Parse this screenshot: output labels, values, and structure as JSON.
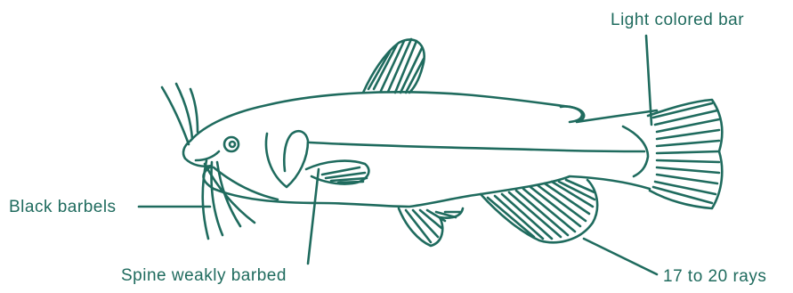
{
  "colors": {
    "ink": "#1f6b5e",
    "background": "#ffffff"
  },
  "labels": {
    "light_colored_bar": "Light colored bar",
    "black_barbels": "Black barbels",
    "spine_weakly_barbed": "Spine weakly barbed",
    "rays": "17 to 20 rays"
  }
}
